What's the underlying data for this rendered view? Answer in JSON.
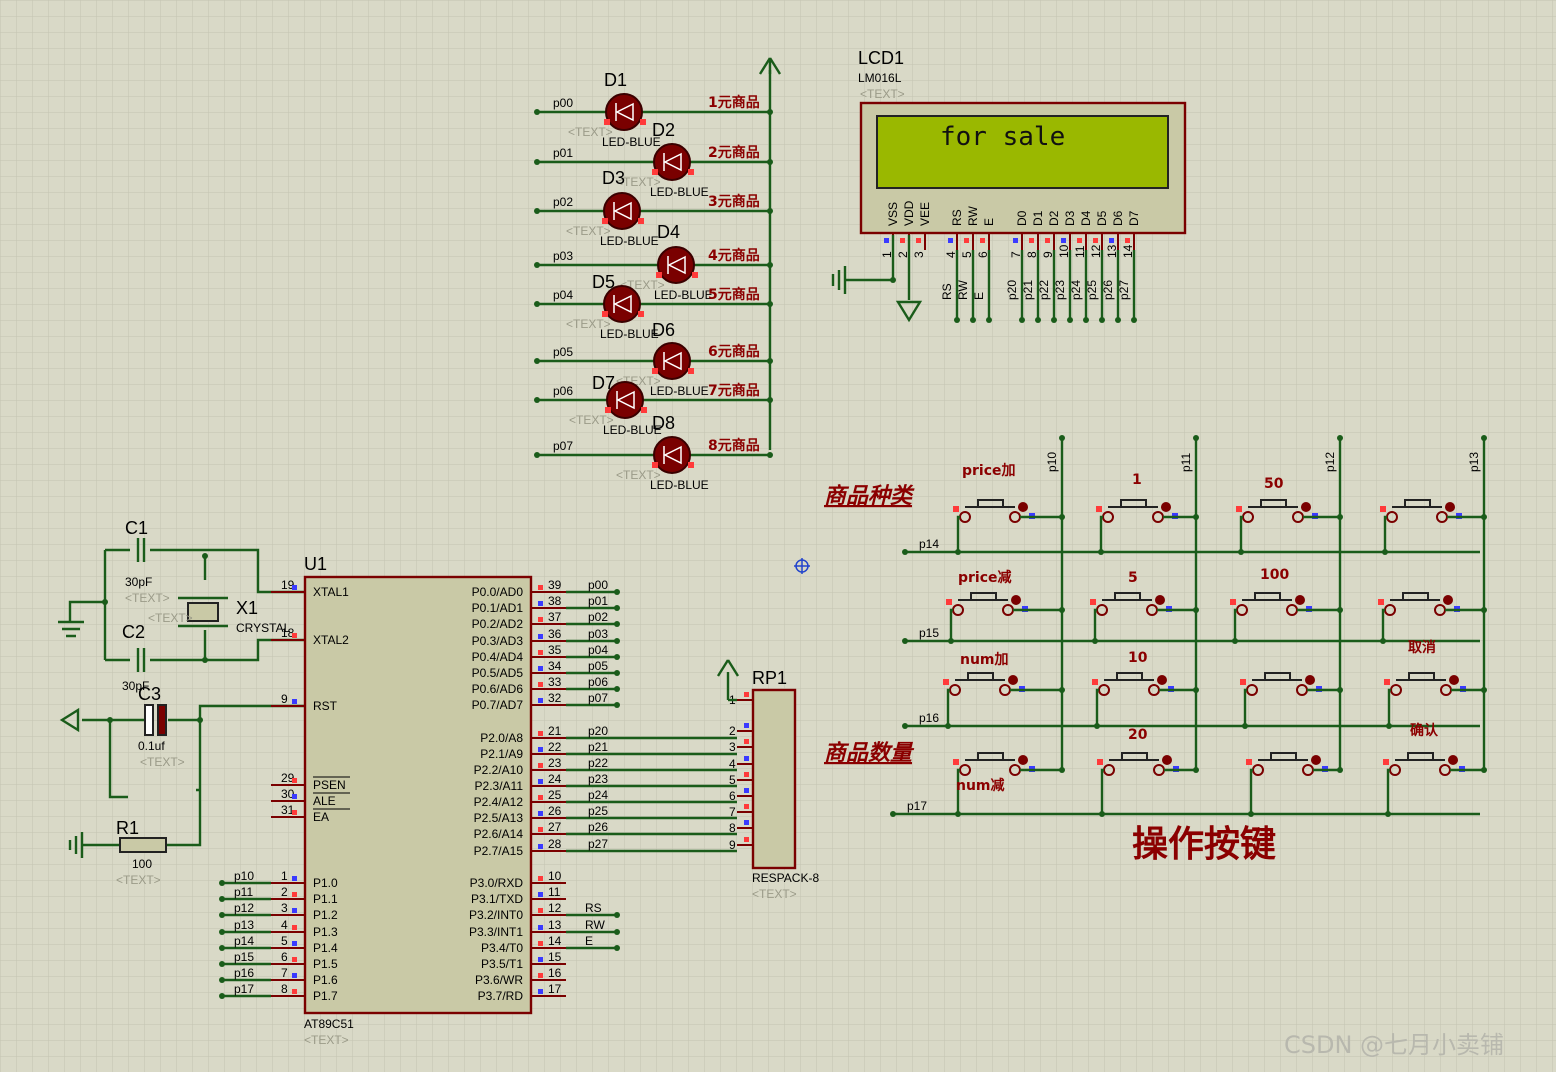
{
  "lcd": {
    "ref": "LCD1",
    "model": "LM016L",
    "text_tag": "<TEXT>",
    "display": "for sale",
    "pin_names": [
      "VSS",
      "VDD",
      "VEE",
      "RS",
      "RW",
      "E",
      "D0",
      "D1",
      "D2",
      "D3",
      "D4",
      "D5",
      "D6",
      "D7"
    ],
    "pin_nums": [
      "1",
      "2",
      "3",
      "4",
      "5",
      "6",
      "7",
      "8",
      "9",
      "10",
      "11",
      "12",
      "13",
      "14"
    ],
    "net_labels": [
      "RS",
      "RW",
      "E",
      "p20",
      "p21",
      "p22",
      "p23",
      "p24",
      "p25",
      "p26",
      "p27"
    ]
  },
  "leds": [
    {
      "ref": "D1",
      "net": "p00",
      "label": "1元商品"
    },
    {
      "ref": "D2",
      "net": "p01",
      "label": "2元商品"
    },
    {
      "ref": "D3",
      "net": "p02",
      "label": "3元商品"
    },
    {
      "ref": "D4",
      "net": "p03",
      "label": "4元商品"
    },
    {
      "ref": "D5",
      "net": "p04",
      "label": "5元商品"
    },
    {
      "ref": "D6",
      "net": "p05",
      "label": "6元商品"
    },
    {
      "ref": "D7",
      "net": "p06",
      "label": "7元商品"
    },
    {
      "ref": "D8",
      "net": "p07",
      "label": "8元商品"
    }
  ],
  "led_model": "LED-BLUE",
  "text_tag": "<TEXT>",
  "mcu": {
    "ref": "U1",
    "model": "AT89C51",
    "left_pins": [
      {
        "num": "19",
        "name": "XTAL1"
      },
      {
        "num": "18",
        "name": "XTAL2"
      },
      {
        "num": "9",
        "name": "RST"
      },
      {
        "num": "29",
        "name": "PSEN"
      },
      {
        "num": "30",
        "name": "ALE"
      },
      {
        "num": "31",
        "name": "EA"
      },
      {
        "num": "1",
        "name": "P1.0",
        "net": "p10"
      },
      {
        "num": "2",
        "name": "P1.1",
        "net": "p11"
      },
      {
        "num": "3",
        "name": "P1.2",
        "net": "p12"
      },
      {
        "num": "4",
        "name": "P1.3",
        "net": "p13"
      },
      {
        "num": "5",
        "name": "P1.4",
        "net": "p14"
      },
      {
        "num": "6",
        "name": "P1.5",
        "net": "p15"
      },
      {
        "num": "7",
        "name": "P1.6",
        "net": "p16"
      },
      {
        "num": "8",
        "name": "P1.7",
        "net": "p17"
      }
    ],
    "right_pins": [
      {
        "num": "39",
        "name": "P0.0/AD0",
        "net": "p00"
      },
      {
        "num": "38",
        "name": "P0.1/AD1",
        "net": "p01"
      },
      {
        "num": "37",
        "name": "P0.2/AD2",
        "net": "p02"
      },
      {
        "num": "36",
        "name": "P0.3/AD3",
        "net": "p03"
      },
      {
        "num": "35",
        "name": "P0.4/AD4",
        "net": "p04"
      },
      {
        "num": "34",
        "name": "P0.5/AD5",
        "net": "p05"
      },
      {
        "num": "33",
        "name": "P0.6/AD6",
        "net": "p06"
      },
      {
        "num": "32",
        "name": "P0.7/AD7",
        "net": "p07"
      },
      {
        "num": "21",
        "name": "P2.0/A8",
        "net": "p20"
      },
      {
        "num": "22",
        "name": "P2.1/A9",
        "net": "p21"
      },
      {
        "num": "23",
        "name": "P2.2/A10",
        "net": "p22"
      },
      {
        "num": "24",
        "name": "P2.3/A11",
        "net": "p23"
      },
      {
        "num": "25",
        "name": "P2.4/A12",
        "net": "p24"
      },
      {
        "num": "26",
        "name": "P2.5/A13",
        "net": "p25"
      },
      {
        "num": "27",
        "name": "P2.6/A14",
        "net": "p26"
      },
      {
        "num": "28",
        "name": "P2.7/A15",
        "net": "p27"
      },
      {
        "num": "10",
        "name": "P3.0/RXD",
        "net": ""
      },
      {
        "num": "11",
        "name": "P3.1/TXD",
        "net": ""
      },
      {
        "num": "12",
        "name": "P3.2/INT0",
        "net": "RS"
      },
      {
        "num": "13",
        "name": "P3.3/INT1",
        "net": "RW"
      },
      {
        "num": "14",
        "name": "P3.4/T0",
        "net": "E"
      },
      {
        "num": "15",
        "name": "P3.5/T1",
        "net": ""
      },
      {
        "num": "16",
        "name": "P3.6/WR",
        "net": ""
      },
      {
        "num": "17",
        "name": "P3.7/RD",
        "net": ""
      }
    ]
  },
  "rp": {
    "ref": "RP1",
    "model": "RESPACK-8",
    "pins": [
      "1",
      "2",
      "3",
      "4",
      "5",
      "6",
      "7",
      "8",
      "9"
    ]
  },
  "passives": {
    "c1": {
      "ref": "C1",
      "value": "30pF"
    },
    "c2": {
      "ref": "C2",
      "value": "30pF"
    },
    "c3": {
      "ref": "C3",
      "value": "0.1uf"
    },
    "x1": {
      "ref": "X1",
      "value": "CRYSTAL"
    },
    "r1": {
      "ref": "R1",
      "value": "100"
    }
  },
  "keypad": {
    "col_nets": [
      "p10",
      "p11",
      "p12",
      "p13"
    ],
    "row_nets": [
      "p14",
      "p15",
      "p16",
      "p17"
    ],
    "key_labels": [
      [
        "price加",
        "1",
        "50",
        ""
      ],
      [
        "price减",
        "5",
        "100",
        ""
      ],
      [
        "num加",
        "10",
        "",
        "取消"
      ],
      [
        "num减",
        "20",
        "",
        "确认"
      ]
    ],
    "section_kind": "商品种类",
    "section_qty": "商品数量",
    "title": "操作按键"
  },
  "watermark": "CSDN @七月小卖铺"
}
